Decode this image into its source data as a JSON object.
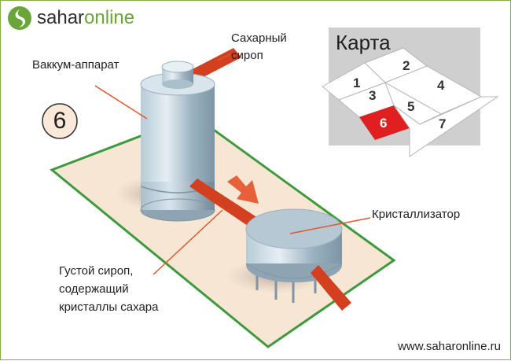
{
  "brand": {
    "name_part1": "sahar",
    "name_part2": "online",
    "accent": "#6aa53a"
  },
  "stage_number": "6",
  "labels": {
    "vacuum_apparatus": "Ваккум-аппарат",
    "sugar_syrup_line1": "Сахарный",
    "sugar_syrup_line2": "сироп",
    "crystallizer": "Кристаллизатор",
    "thick_syrup_line1": "Густой сироп,",
    "thick_syrup_line2": "содержащий",
    "thick_syrup_line3": "кристаллы сахара"
  },
  "map": {
    "title": "Карта",
    "sections": [
      "1",
      "2",
      "3",
      "4",
      "5",
      "6",
      "7"
    ],
    "active_section": "6",
    "active_color": "#e02020"
  },
  "footer": {
    "website": "www.saharonline.ru"
  },
  "colors": {
    "platform_fill": "#f8e6d4",
    "platform_border": "#3f9a3f",
    "pipe": "#d2401f",
    "equipment": "#9fb6c4"
  }
}
